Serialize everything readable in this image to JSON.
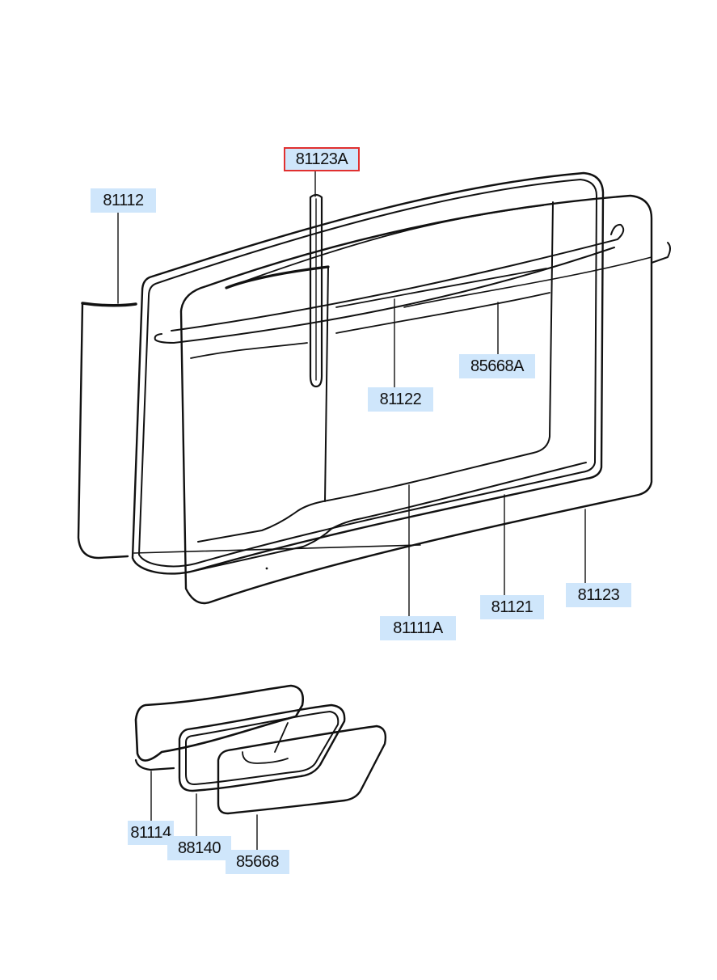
{
  "colors": {
    "label_bg": "#cfe6fb",
    "highlight_border": "#e03030",
    "line": "#111111"
  },
  "labels": {
    "p81112": "81112",
    "p81123A": "81123A",
    "p85668A": "85668A",
    "p81122": "81122",
    "p81123": "81123",
    "p81121": "81121",
    "p81111A": "81111A",
    "p81114": "81114",
    "p88140": "88140",
    "p85668": "85668"
  }
}
